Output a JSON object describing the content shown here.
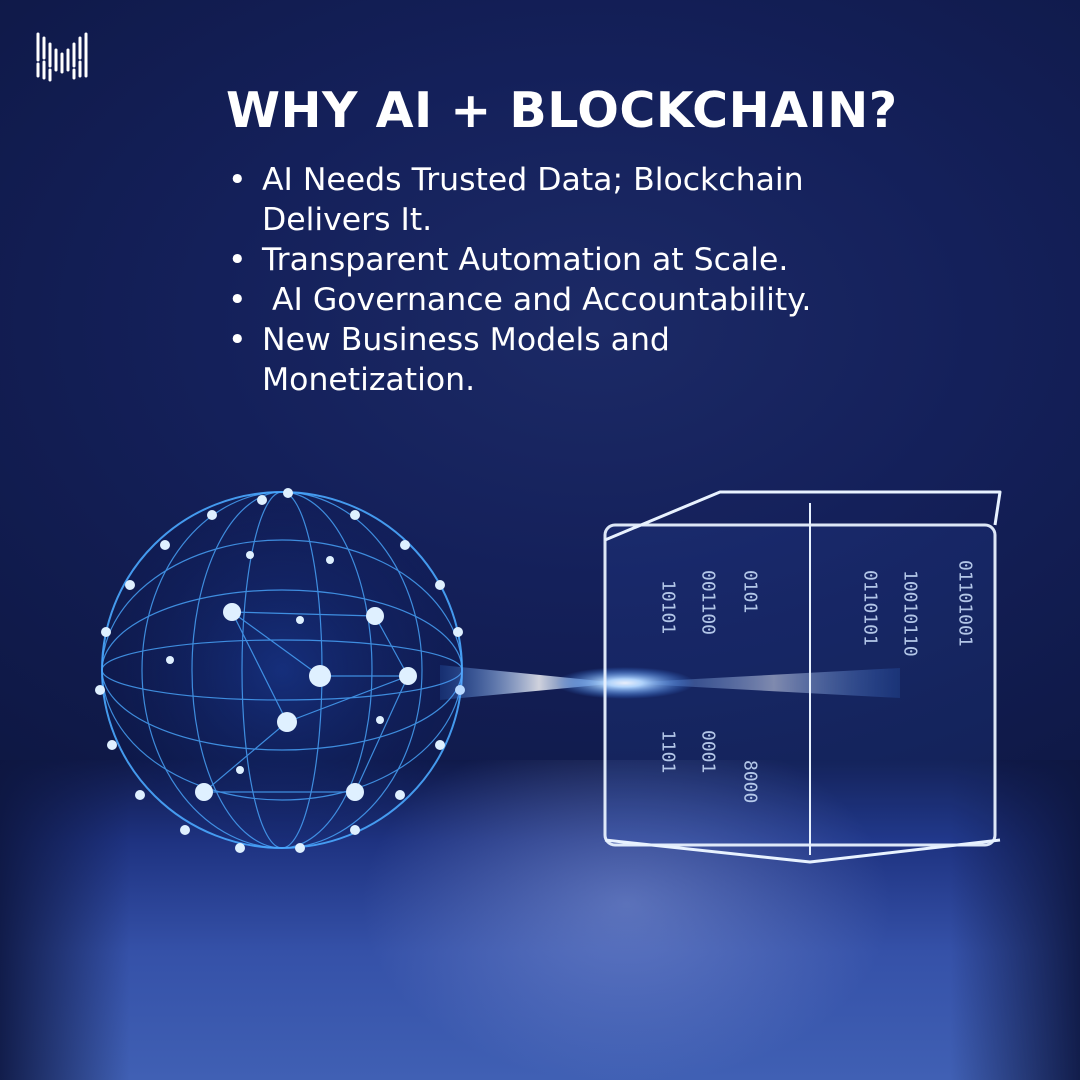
{
  "brand": {
    "logo_icon": "barcode-m-logo"
  },
  "heading": {
    "title": "WHY AI + BLOCKCHAIN?"
  },
  "bullets": [
    "AI Needs Trusted Data; Blockchain Delivers It.",
    "Transparent Automation at Scale.",
    " AI Governance and Accountability.",
    "New Business Models and Monetization."
  ],
  "illustration": {
    "left_object": "neural-network-sphere",
    "right_object": "glass-data-cube",
    "connector": "light-beam",
    "colors": {
      "background": "#14205a",
      "glow": "#3a8cff",
      "floor": "#4060b4"
    }
  }
}
